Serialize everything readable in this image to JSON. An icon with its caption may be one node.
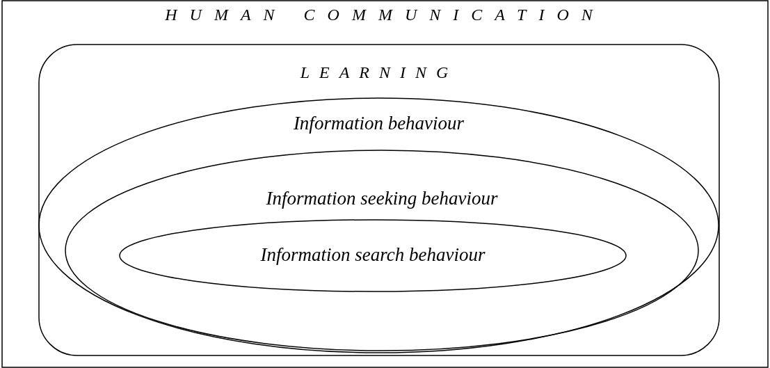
{
  "diagram": {
    "nodes": [
      {
        "text": [
          "HUMAN COMMUNICATION"
        ]
      },
      {
        "text": [
          "LEARNING"
        ],
        "in": 0
      },
      {
        "text": [
          "Information behaviour"
        ],
        "in": 1
      },
      {
        "text": [
          "Information seeking behaviour"
        ],
        "in": 2
      },
      {
        "text": [
          "Information search behaviour"
        ],
        "in": 3
      }
    ]
  }
}
